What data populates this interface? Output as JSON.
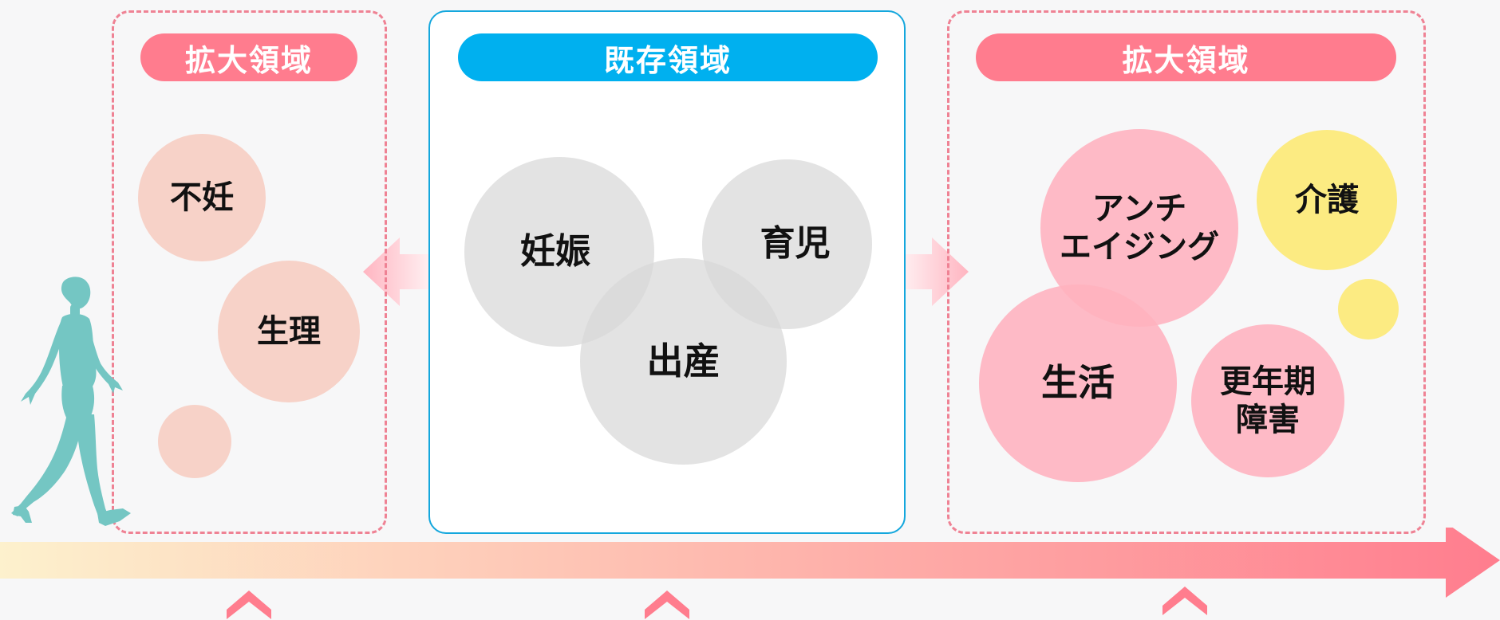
{
  "colors": {
    "expand_accent": "#ff7c8e",
    "existing_accent": "#00b0ef",
    "expand_border": "#ef8294",
    "existing_border": "#14a7dd",
    "peach_circle": "#f7d2c8",
    "grey_circle": "#e4e4e4",
    "pink_circle": "#ffbac4",
    "yellow_circle": "#fceb82",
    "silhouette": "#74c6c3",
    "axis_start": "#fdf1cd",
    "axis_end": "#ff7d8e"
  },
  "left_panel": {
    "title": "拡大領域",
    "circles": [
      {
        "label": "不妊"
      },
      {
        "label": "生理"
      },
      {
        "label": ""
      }
    ]
  },
  "center_panel": {
    "title": "既存領域",
    "circles": [
      {
        "label": "妊娠"
      },
      {
        "label": "育児"
      },
      {
        "label": "出産"
      }
    ]
  },
  "right_panel": {
    "title": "拡大領域",
    "circles": [
      {
        "label": "アンチ\nエイジング"
      },
      {
        "label": "介護"
      },
      {
        "label": ""
      },
      {
        "label": "生活"
      },
      {
        "label": "更年期\n障害"
      }
    ]
  },
  "icons": {
    "arrow_left": "arrow-left-icon",
    "arrow_right": "arrow-right-icon",
    "timeline": "timeline-arrow-icon",
    "chevron": "chevron-up-icon",
    "person": "walking-woman-icon"
  }
}
